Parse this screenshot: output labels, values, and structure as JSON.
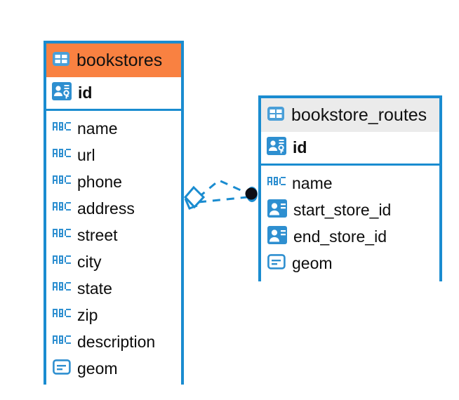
{
  "diagram": {
    "kind": "entity-relationship-diagram",
    "background_color": "#ffffff",
    "accent_color": "#1a8cd0",
    "highlight_color": "#f98141",
    "header_grey": "#ebebeb"
  },
  "entities": [
    {
      "name": "bookstores",
      "header_style": "accent-orange",
      "icon": "table-icon",
      "primary_key": {
        "label": "id",
        "icon": "primary-key-icon"
      },
      "fields": [
        {
          "label": "name",
          "icon": "text-type-icon"
        },
        {
          "label": "url",
          "icon": "text-type-icon"
        },
        {
          "label": "phone",
          "icon": "text-type-icon"
        },
        {
          "label": "address",
          "icon": "text-type-icon"
        },
        {
          "label": "street",
          "icon": "text-type-icon"
        },
        {
          "label": "city",
          "icon": "text-type-icon"
        },
        {
          "label": "state",
          "icon": "text-type-icon"
        },
        {
          "label": "zip",
          "icon": "text-type-icon"
        },
        {
          "label": "description",
          "icon": "text-type-icon"
        },
        {
          "label": "geom",
          "icon": "geometry-type-icon"
        }
      ]
    },
    {
      "name": "bookstore_routes",
      "header_style": "accent-grey",
      "icon": "table-icon",
      "primary_key": {
        "label": "id",
        "icon": "primary-key-icon"
      },
      "fields": [
        {
          "label": "name",
          "icon": "text-type-icon"
        },
        {
          "label": "start_store_id",
          "icon": "foreign-key-icon"
        },
        {
          "label": "end_store_id",
          "icon": "foreign-key-icon"
        },
        {
          "label": "geom",
          "icon": "geometry-type-icon"
        }
      ]
    }
  ],
  "relationship": {
    "style": "dashed",
    "color": "#1a8cd0",
    "source_marker": "diamond-outline-marker",
    "target_marker": "filled-circle-marker",
    "target_marker_color": "#0d0d14"
  }
}
